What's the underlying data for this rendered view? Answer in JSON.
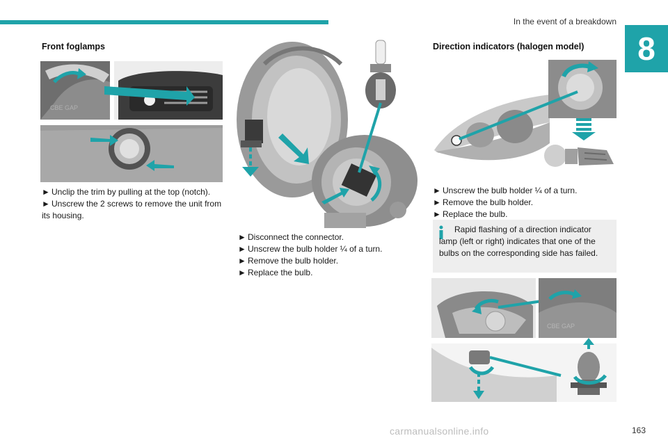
{
  "header": {
    "section_title": "In the event of a breakdown",
    "chapter_number": "8"
  },
  "page_number": "163",
  "left": {
    "title": "Front foglamps",
    "steps": [
      "Unclip the trim by pulling at the top (notch).",
      "Unscrew the 2 screws to remove the unit from its housing."
    ]
  },
  "middle": {
    "steps": [
      "Disconnect the connector.",
      "Unscrew the bulb holder ¼ of a turn.",
      "Remove the bulb holder.",
      "Replace the bulb."
    ]
  },
  "right": {
    "title": "Direction indicators (halogen model)",
    "steps": [
      "Unscrew the bulb holder ¼ of a turn.",
      "Remove the bulb holder.",
      "Replace the bulb."
    ],
    "info": "Rapid flashing of a direction indicator lamp (left or right) indicates that one of the bulbs on the corresponding side has failed."
  },
  "step_marker": "►",
  "watermark": "carmanualsonline.info",
  "colors": {
    "accent": "#1fa3a9",
    "info_icon": "#1fa3a9",
    "info_bg": "#eeeeee"
  }
}
